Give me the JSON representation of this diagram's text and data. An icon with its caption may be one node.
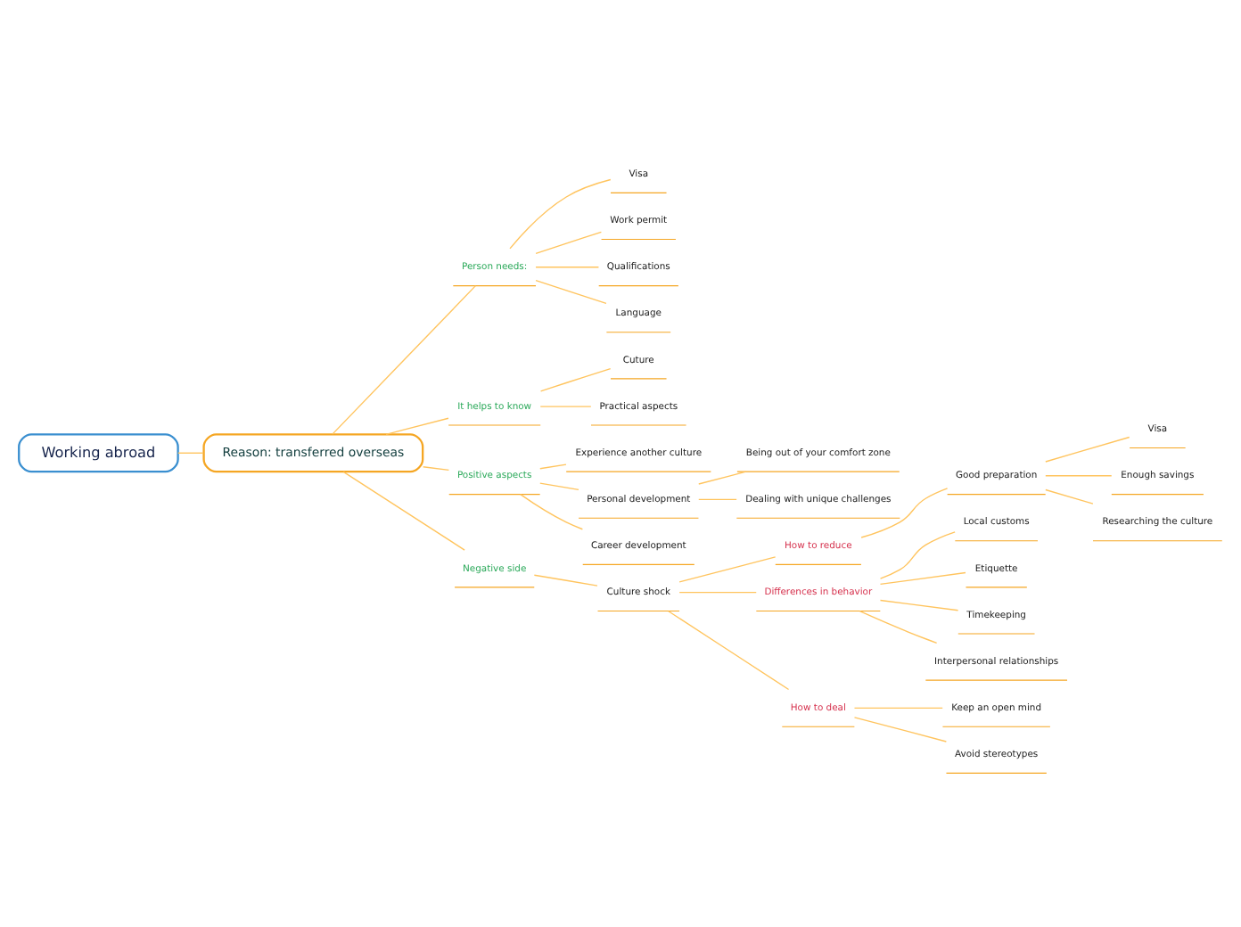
{
  "diagram": {
    "nodes": [
      {
        "text": [
          "Working abroad"
        ]
      },
      {
        "text": [
          "Reason: transferred overseas"
        ]
      },
      {
        "text": [
          "Person needs:"
        ]
      },
      {
        "text": [
          "Visa"
        ]
      },
      {
        "text": [
          "Work permit"
        ]
      },
      {
        "text": [
          "Qualifications"
        ]
      },
      {
        "text": [
          "Language"
        ]
      },
      {
        "text": [
          "It helps to know"
        ]
      },
      {
        "text": [
          "Cuture"
        ]
      },
      {
        "text": [
          "Practical aspects"
        ]
      },
      {
        "text": [
          "Positive aspects"
        ]
      },
      {
        "text": [
          "Experience another culture"
        ]
      },
      {
        "text": [
          "Personal development"
        ]
      },
      {
        "text": [
          "Being out of your comfort zone"
        ]
      },
      {
        "text": [
          "Dealing with unique challenges"
        ]
      },
      {
        "text": [
          "Career development"
        ]
      },
      {
        "text": [
          "Negative side"
        ]
      },
      {
        "text": [
          "Culture shock"
        ]
      },
      {
        "text": [
          "How to reduce"
        ]
      },
      {
        "text": [
          "Good preparation"
        ]
      },
      {
        "text": [
          "Visa"
        ]
      },
      {
        "text": [
          "Enough savings"
        ]
      },
      {
        "text": [
          "Researching the culture"
        ]
      },
      {
        "text": [
          "Differences in behavior"
        ]
      },
      {
        "text": [
          "Local customs"
        ]
      },
      {
        "text": [
          "Etiquette"
        ]
      },
      {
        "text": [
          "Timekeeping"
        ]
      },
      {
        "text": [
          "Interpersonal relationships"
        ]
      },
      {
        "text": [
          "How to deal"
        ]
      },
      {
        "text": [
          "Keep an open mind"
        ]
      },
      {
        "text": [
          "Avoid stereotypes"
        ]
      }
    ],
    "edges": [
      {
        "from": 0,
        "to": 1,
        "arrow": "none"
      },
      {
        "from": 1,
        "to": 2,
        "arrow": "none"
      },
      {
        "from": 2,
        "to": 3,
        "arrow": "none"
      },
      {
        "from": 2,
        "to": 4,
        "arrow": "none"
      },
      {
        "from": 2,
        "to": 5,
        "arrow": "none"
      },
      {
        "from": 2,
        "to": 6,
        "arrow": "none"
      },
      {
        "from": 1,
        "to": 7,
        "arrow": "none"
      },
      {
        "from": 7,
        "to": 8,
        "arrow": "none"
      },
      {
        "from": 7,
        "to": 9,
        "arrow": "none"
      },
      {
        "from": 1,
        "to": 10,
        "arrow": "none"
      },
      {
        "from": 10,
        "to": 11,
        "arrow": "none"
      },
      {
        "from": 10,
        "to": 12,
        "arrow": "none"
      },
      {
        "from": 12,
        "to": 13,
        "arrow": "none"
      },
      {
        "from": 12,
        "to": 14,
        "arrow": "none"
      },
      {
        "from": 10,
        "to": 15,
        "arrow": "none"
      },
      {
        "from": 1,
        "to": 16,
        "arrow": "none"
      },
      {
        "from": 16,
        "to": 17,
        "arrow": "none"
      },
      {
        "from": 17,
        "to": 18,
        "arrow": "none"
      },
      {
        "from": 18,
        "to": 19,
        "arrow": "none"
      },
      {
        "from": 19,
        "to": 20,
        "arrow": "none"
      },
      {
        "from": 19,
        "to": 21,
        "arrow": "none"
      },
      {
        "from": 19,
        "to": 22,
        "arrow": "none"
      },
      {
        "from": 17,
        "to": 23,
        "arrow": "none"
      },
      {
        "from": 23,
        "to": 24,
        "arrow": "none"
      },
      {
        "from": 23,
        "to": 25,
        "arrow": "none"
      },
      {
        "from": 23,
        "to": 26,
        "arrow": "none"
      },
      {
        "from": 23,
        "to": 27,
        "arrow": "none"
      },
      {
        "from": 17,
        "to": 28,
        "arrow": "none"
      },
      {
        "from": 28,
        "to": 29,
        "arrow": "none"
      },
      {
        "from": 28,
        "to": 30,
        "arrow": "none"
      }
    ]
  }
}
